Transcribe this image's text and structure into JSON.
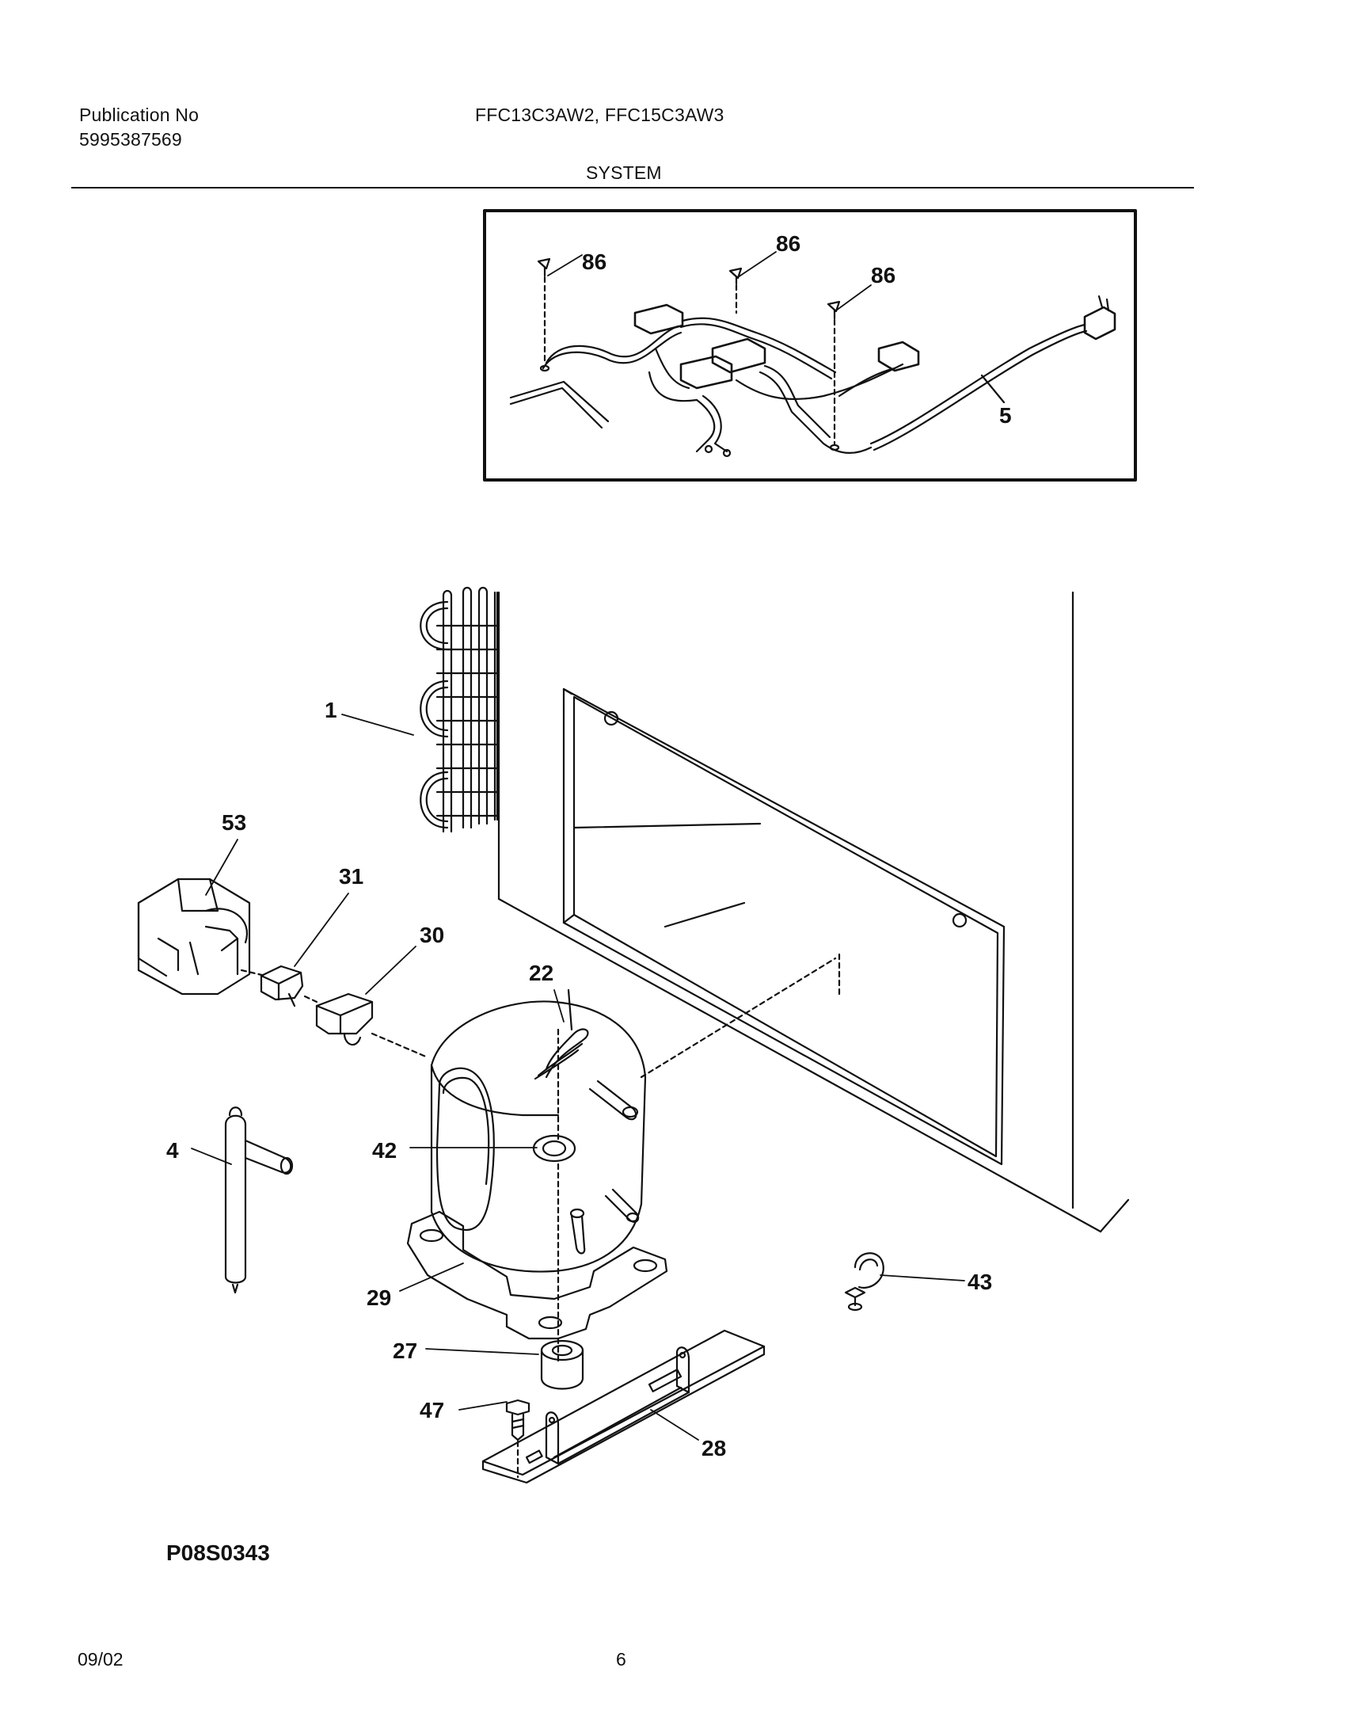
{
  "header": {
    "publication_label": "Publication No",
    "publication_number": "5995387569",
    "models": "FFC13C3AW2, FFC15C3AW3",
    "section_title": "SYSTEM"
  },
  "callouts": {
    "c86a": "86",
    "c86b": "86",
    "c86c": "86",
    "c5": "5",
    "c1": "1",
    "c53": "53",
    "c31": "31",
    "c30": "30",
    "c22": "22",
    "c4": "4",
    "c42": "42",
    "c29": "29",
    "c43": "43",
    "c27": "27",
    "c47": "47",
    "c28": "28"
  },
  "footer": {
    "diagram_code": "P08S0343",
    "date": "09/02",
    "page": "6"
  }
}
